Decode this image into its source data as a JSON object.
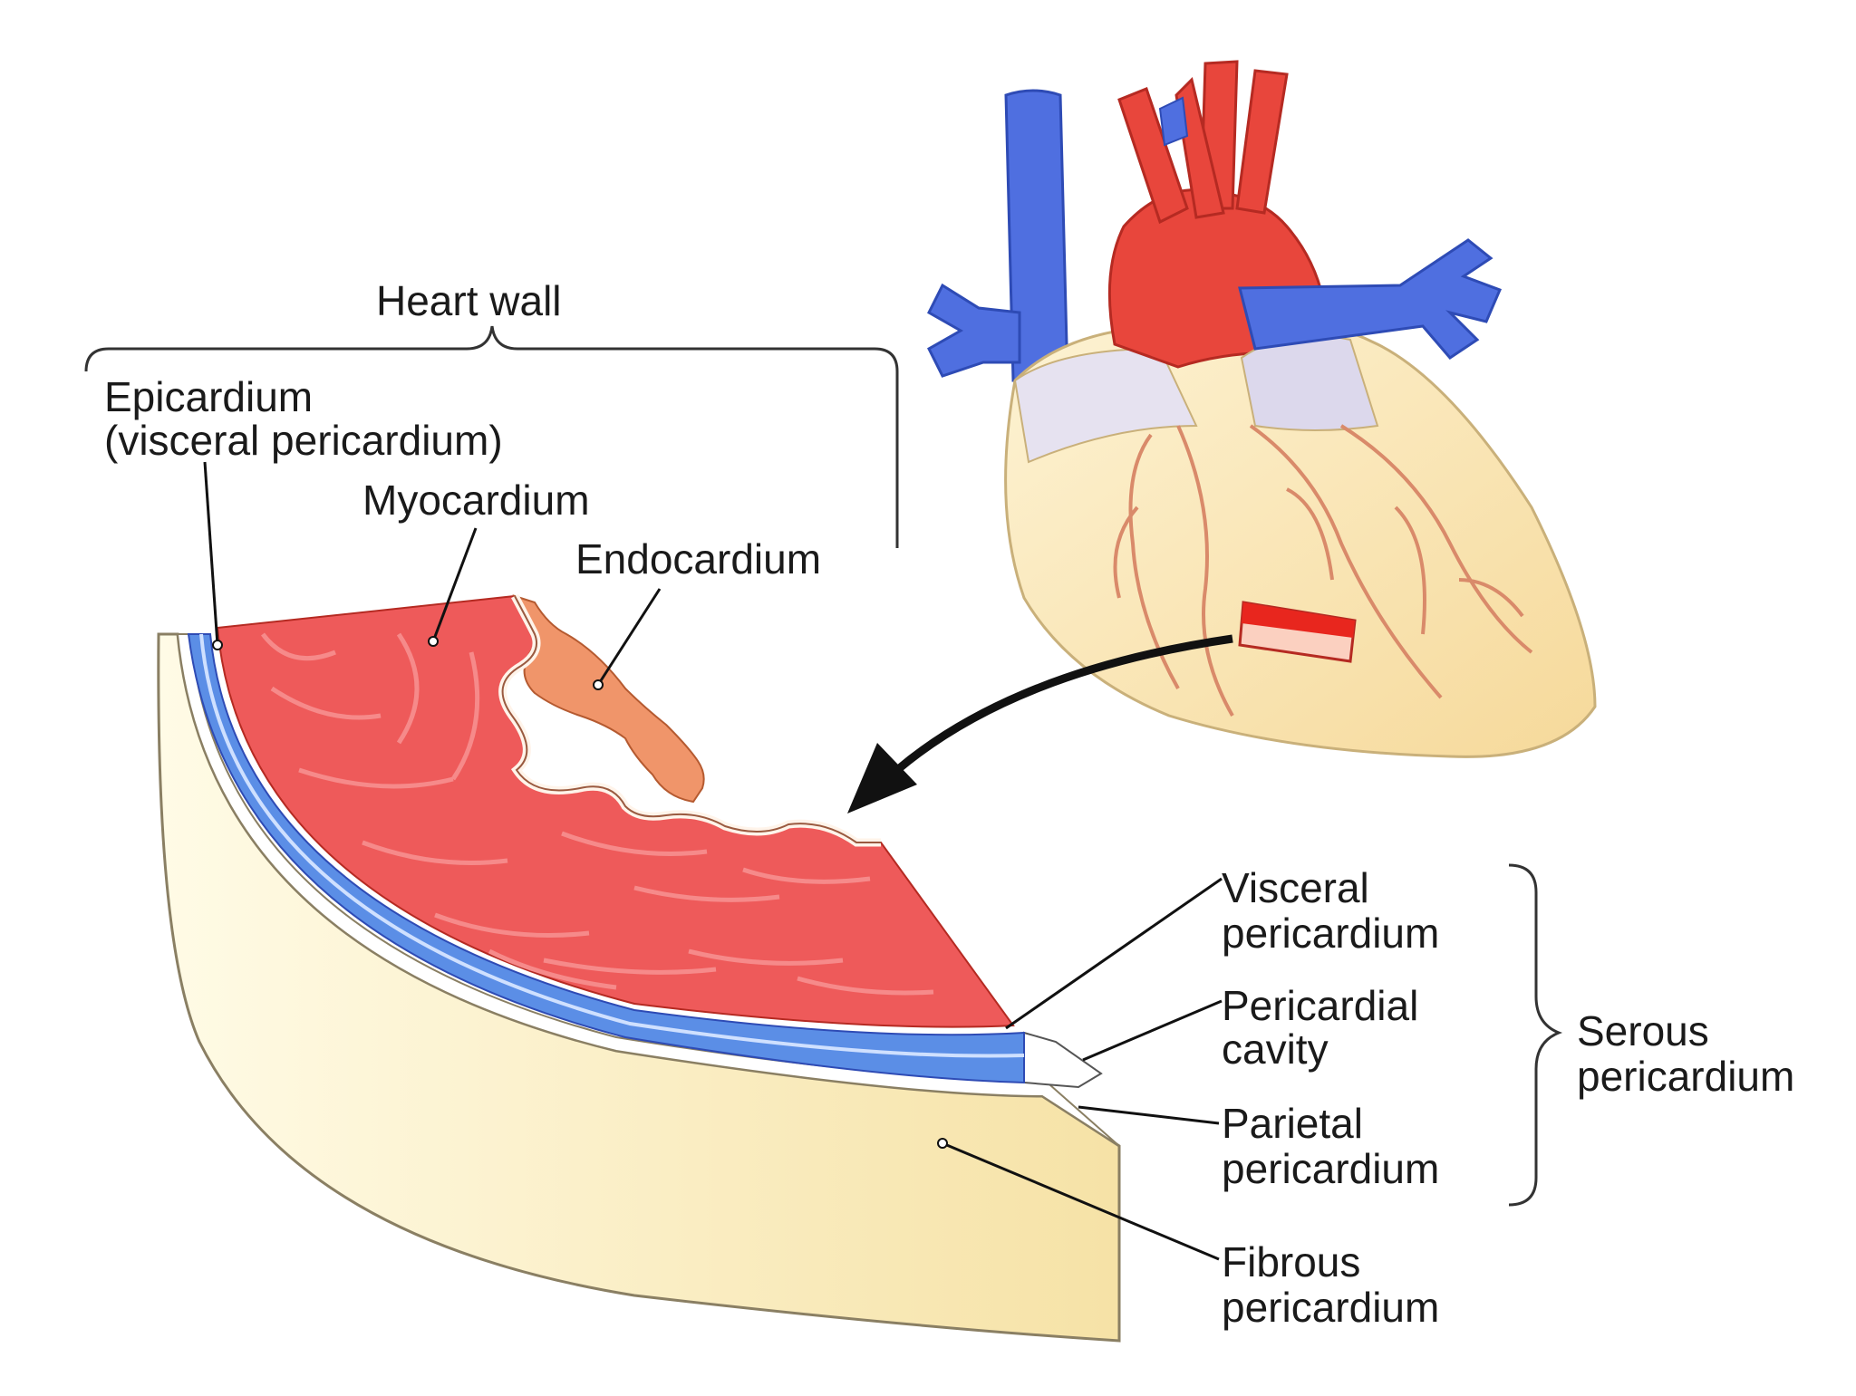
{
  "labels": {
    "heart_wall": "Heart wall",
    "epicardium_line1": "Epicardium",
    "epicardium_line2": "(visceral pericardium)",
    "myocardium": "Myocardium",
    "endocardium": "Endocardium",
    "visceral_line1": "Visceral",
    "visceral_line2": "pericardium",
    "cavity_line1": "Pericardial",
    "cavity_line2": "cavity",
    "parietal_line1": "Parietal",
    "parietal_line2": "pericardium",
    "fibrous_line1": "Fibrous",
    "fibrous_line2": "pericardium",
    "serous_line1": "Serous",
    "serous_line2": "pericardium"
  },
  "colors": {
    "myocardium": "#ee5a5a",
    "endocardium": "#f0956a",
    "epicardium": "#5b8ee6",
    "fibrous": "#fbeebc",
    "aorta": "#e8463c",
    "veins": "#4f6fe0",
    "heart_body": "#fbe7b8",
    "leader": "#111111"
  }
}
